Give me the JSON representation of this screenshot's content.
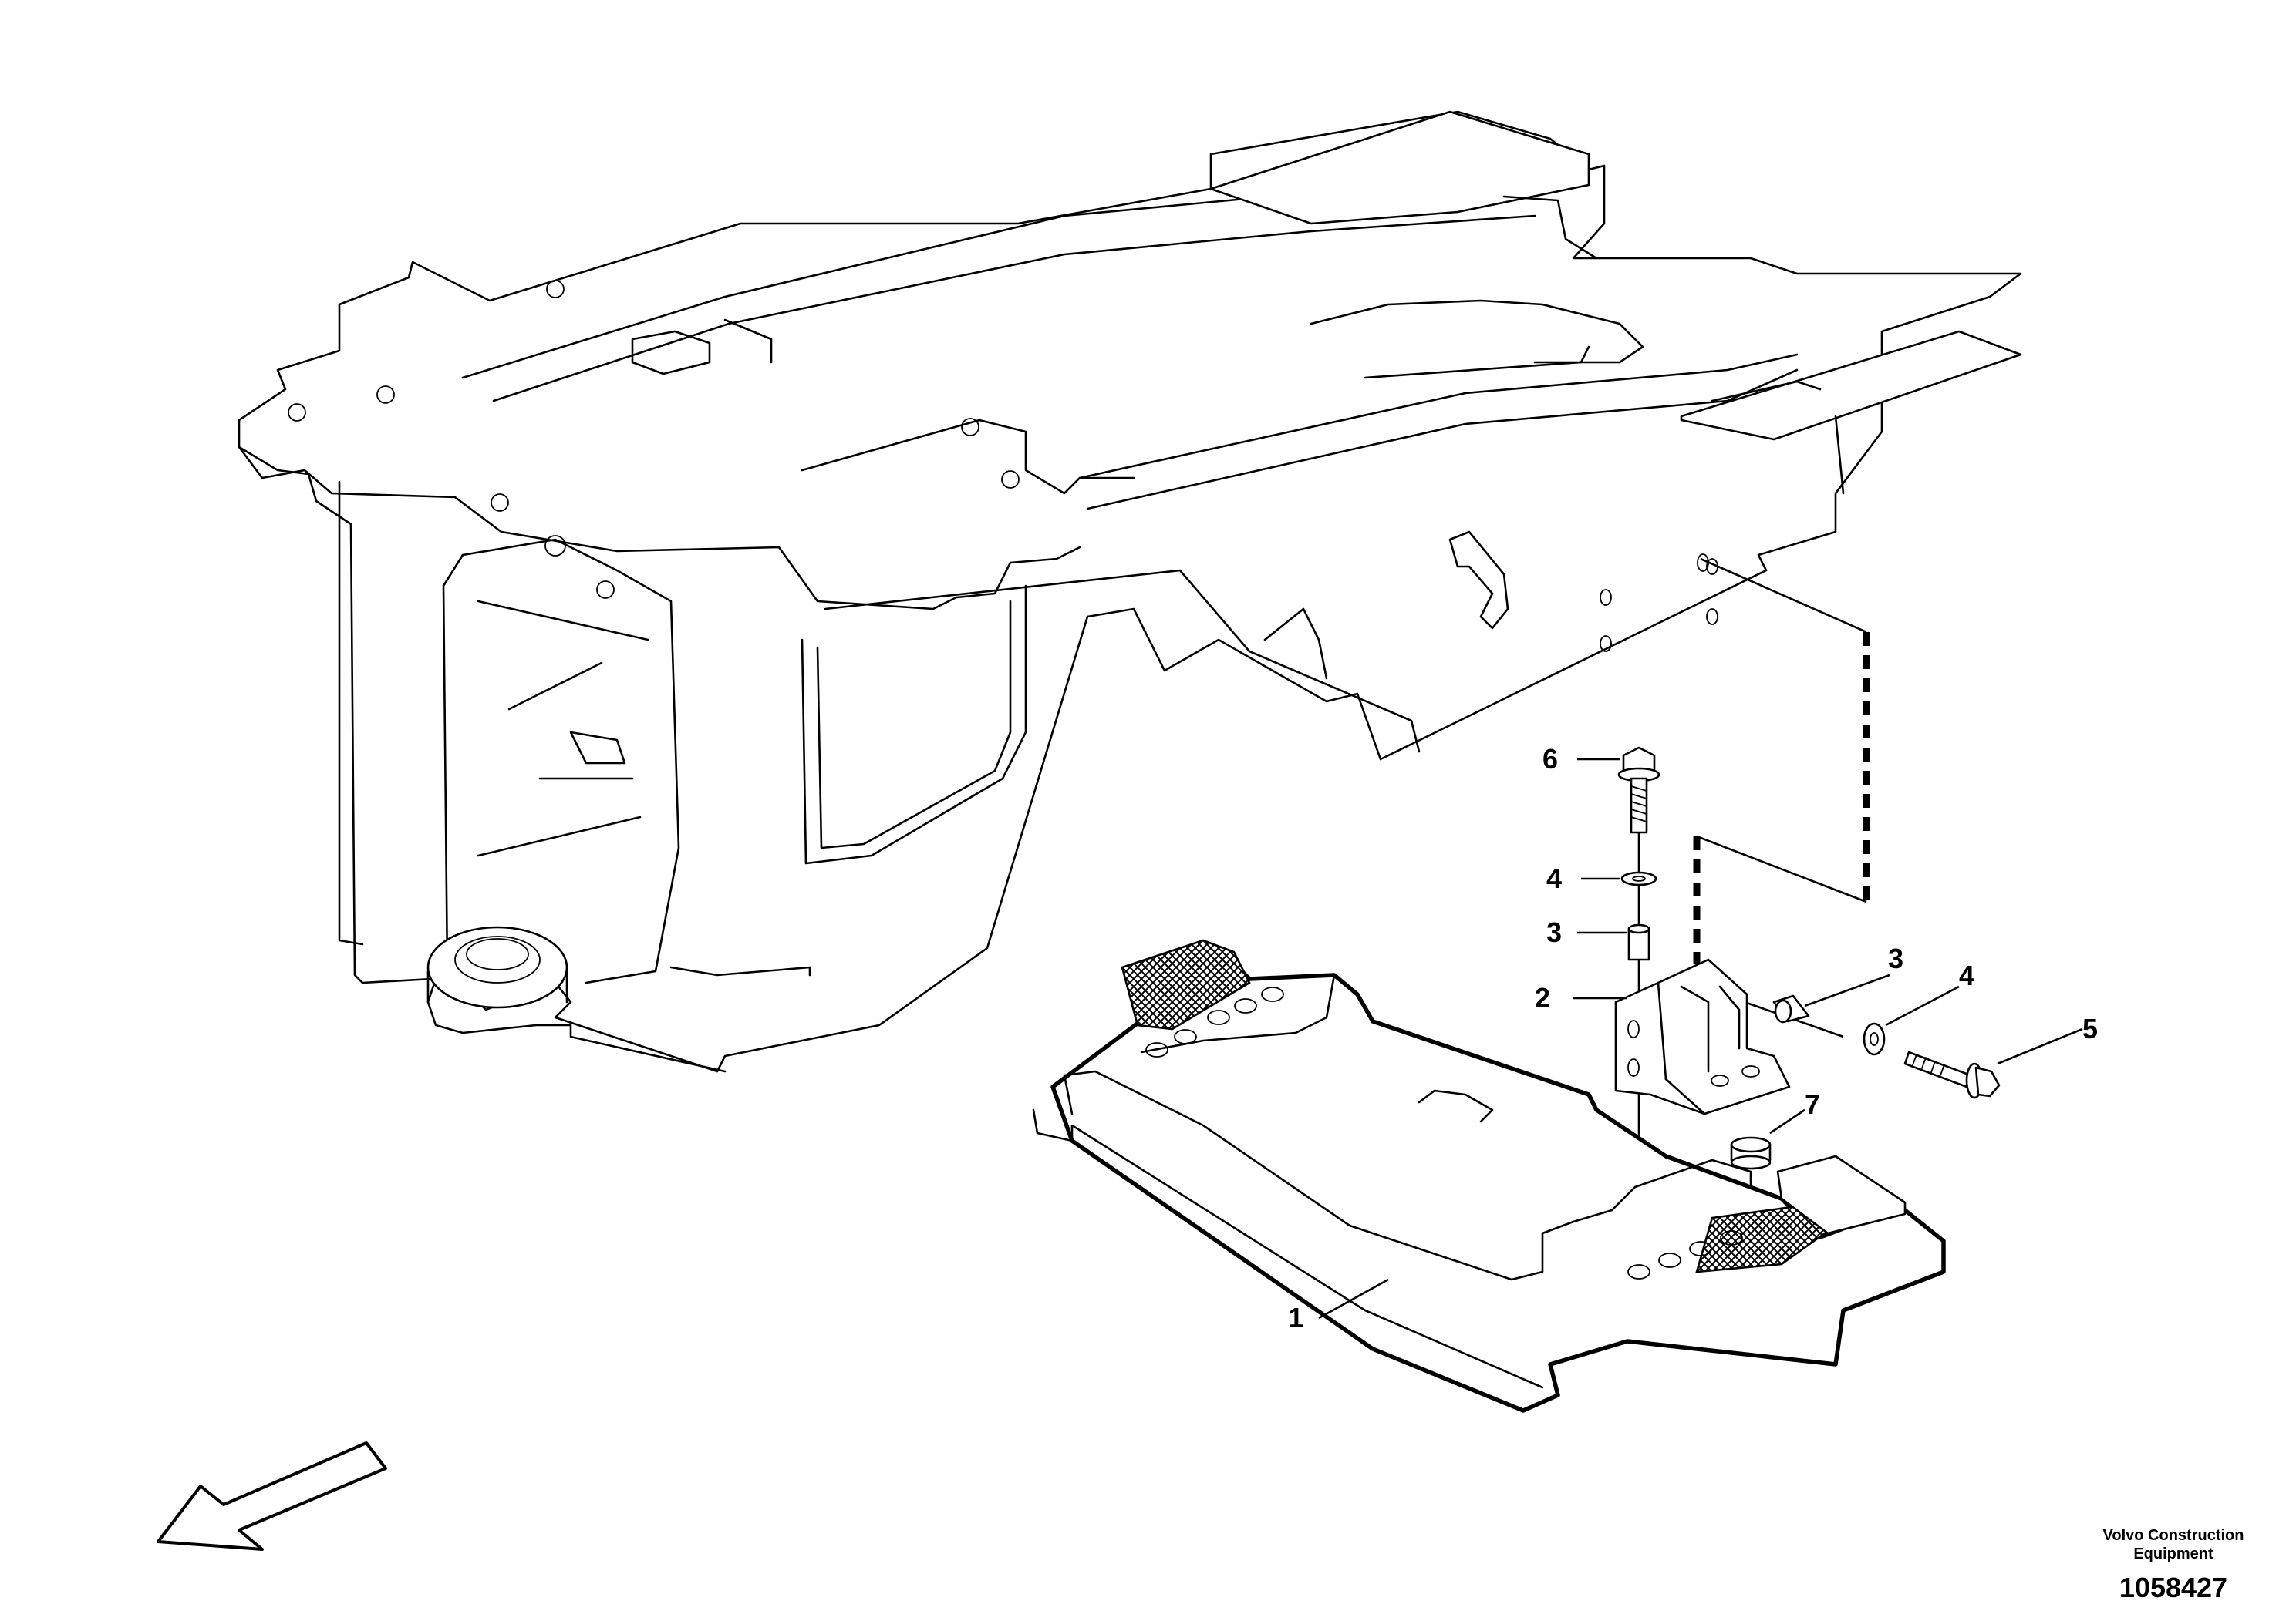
{
  "callouts": {
    "c1": "1",
    "c2": "2",
    "c3a": "3",
    "c3b": "3",
    "c4a": "4",
    "c4b": "4",
    "c5": "5",
    "c6": "6",
    "c7": "7"
  },
  "footer": {
    "brand_line1": "Volvo Construction",
    "brand_line2": "Equipment",
    "drawing_number": "1058427"
  },
  "icons": {
    "direction": "direction-arrow-icon",
    "grip": "tread-grip-pattern"
  }
}
